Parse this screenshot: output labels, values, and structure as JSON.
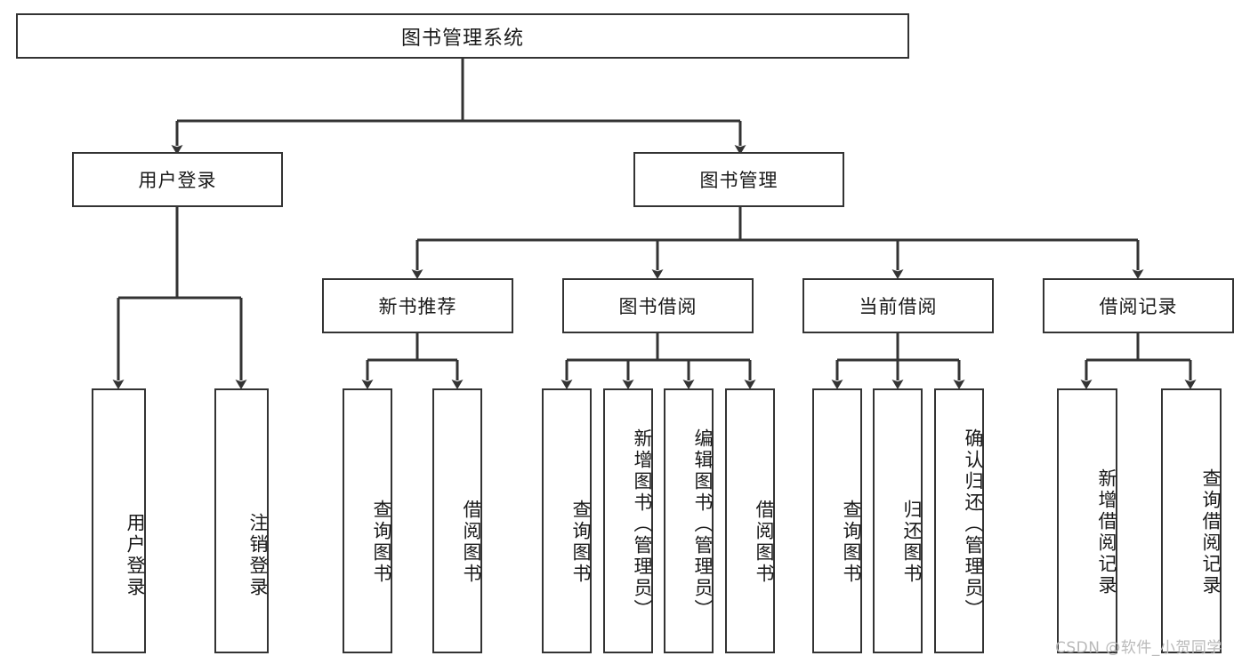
{
  "diagram": {
    "title": "图书管理系统",
    "type": "hierarchy-tree",
    "root": {
      "label": "图书管理系统",
      "children": [
        {
          "label": "用户登录",
          "children": [
            {
              "label": "用户登录"
            },
            {
              "label": "注销登录"
            }
          ]
        },
        {
          "label": "图书管理",
          "children": [
            {
              "label": "新书推荐",
              "children": [
                {
                  "label": "查询图书"
                },
                {
                  "label": "借阅图书"
                }
              ]
            },
            {
              "label": "图书借阅",
              "children": [
                {
                  "label": "查询图书"
                },
                {
                  "label": "新增图书（管理员）"
                },
                {
                  "label": "编辑图书（管理员）"
                },
                {
                  "label": "借阅图书"
                }
              ]
            },
            {
              "label": "当前借阅",
              "children": [
                {
                  "label": "查询图书"
                },
                {
                  "label": "归还图书"
                },
                {
                  "label": "确认归还（管理员）"
                }
              ]
            },
            {
              "label": "借阅记录",
              "children": [
                {
                  "label": "新增借阅记录"
                },
                {
                  "label": "查询借阅记录"
                }
              ]
            }
          ]
        }
      ]
    }
  },
  "nodes": {
    "root": "图书管理系统",
    "user_login": "用户登录",
    "book_manage": "图书管理",
    "new_book_rec": "新书推荐",
    "book_borrow": "图书借阅",
    "current_borrow": "当前借阅",
    "borrow_record": "借阅记录",
    "leaf_user_login": "用户登录",
    "leaf_logout": "注销登录",
    "leaf_query_book_1": "查询图书",
    "leaf_borrow_book_1": "借阅图书",
    "leaf_query_book_2": "查询图书",
    "leaf_add_book": "新增图书（管理员）",
    "leaf_edit_book": "编辑图书（管理员）",
    "leaf_borrow_book_2": "借阅图书",
    "leaf_query_book_3": "查询图书",
    "leaf_return_book": "归还图书",
    "leaf_confirm_return": "确认归还（管理员）",
    "leaf_add_record": "新增借阅记录",
    "leaf_query_record": "查询借阅记录"
  },
  "watermark": {
    "text": "CSDN @软件_小贺同学"
  },
  "colors": {
    "stroke": "#333333",
    "fill": "#ffffff",
    "text": "#1a1a1a",
    "watermark": "#b9b9b9"
  }
}
